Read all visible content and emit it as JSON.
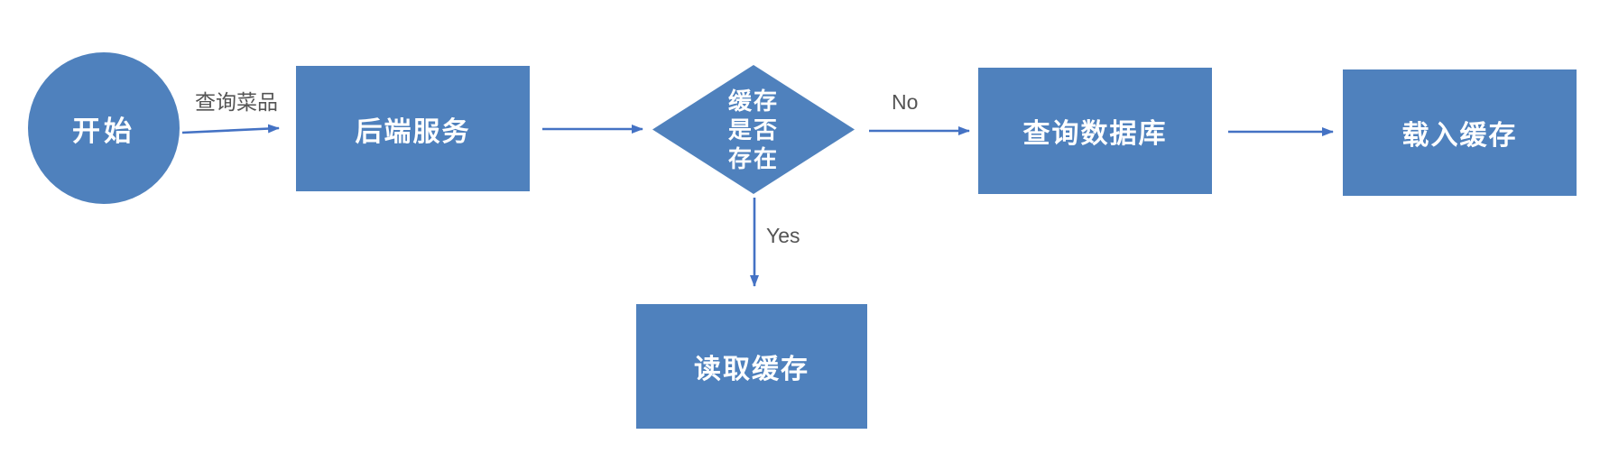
{
  "diagram": {
    "type": "flowchart",
    "nodes": {
      "start": {
        "label": "开始",
        "shape": "circle"
      },
      "backend": {
        "label": "后端服务",
        "shape": "rect"
      },
      "cache_check": {
        "label": "缓存是否存在",
        "shape": "diamond",
        "lines": [
          "缓存",
          "是否",
          "存在"
        ]
      },
      "query_db": {
        "label": "查询数据库",
        "shape": "rect"
      },
      "load_cache": {
        "label": "载入缓存",
        "shape": "rect"
      },
      "read_cache": {
        "label": "读取缓存",
        "shape": "rect"
      }
    },
    "edges": {
      "start_to_backend": {
        "from": "start",
        "to": "backend",
        "label": "查询菜品"
      },
      "backend_to_check": {
        "from": "backend",
        "to": "cache_check",
        "label": ""
      },
      "check_to_query_db": {
        "from": "cache_check",
        "to": "query_db",
        "label": "No"
      },
      "query_db_to_load_cache": {
        "from": "query_db",
        "to": "load_cache",
        "label": ""
      },
      "check_to_read_cache": {
        "from": "cache_check",
        "to": "read_cache",
        "label": "Yes"
      }
    },
    "colors": {
      "shape_fill": "#4f81bd",
      "arrow": "#4472c4",
      "edge_label_text": "#545454",
      "node_text": "#ffffff",
      "background": "#ffffff"
    }
  }
}
